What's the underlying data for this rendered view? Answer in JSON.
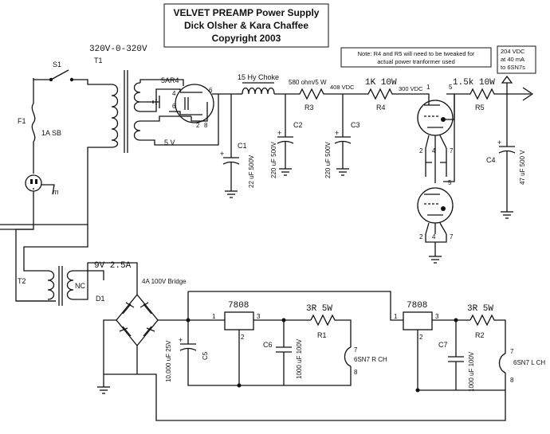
{
  "title": {
    "line1": "VELVET PREAMP Power Supply",
    "line2": "Dick Olsher & Kara Chaffee",
    "line3": "Copyright 2003"
  },
  "note": {
    "line1": "Note: R4 and R5 will need to be tweaked for",
    "line2": "actual power tranformer used"
  },
  "output_box": {
    "line1": "204 VDC",
    "line2": "at 40 mA",
    "line3": "to 6SN7s"
  },
  "labels": {
    "t1_voltage": "320V-0-320V",
    "t1": "T1",
    "s1": "S1",
    "f1": "F1",
    "fuse": "1A SB",
    "rect_tube": "5AR4",
    "pin4": "4",
    "pin6a": "6",
    "pin2": "2",
    "pin8": "8",
    "pin6b": "6",
    "heater": "5 V",
    "choke": "15 Hy Choke",
    "c1": "C1",
    "c1_val": "22 uF 500V",
    "c2": "C2",
    "c2_val": "220 uF 500V",
    "r3_val": "580 ohm/5 W",
    "r3": "R3",
    "v408": "408 VDC",
    "c3": "C3",
    "c3_val": "220 uF 500V",
    "r4_val": "1K 10W",
    "r4": "R4",
    "v300": "300 VDC",
    "r5_val": "1.5k 10W",
    "r5": "R5",
    "c4": "C4",
    "c4_val": "47 uF 500 V",
    "tube_p1": "1",
    "tube_p5": "5",
    "tube_p2a": "2",
    "tube_p4a": "4",
    "tube_p7a": "7",
    "tube_p5b": "5",
    "tube_p2b": "2",
    "tube_p4b": "4",
    "tube_p7b": "7",
    "t2": "T2",
    "nc": "NC",
    "t2_voltage": "9V 2.5A",
    "bridge": "4A 100V Bridge",
    "d1": "D1",
    "c5_val": "10,000 uF 25V",
    "c5": "C5",
    "reg1": "7808",
    "reg1_in": "1",
    "reg1_out": "3",
    "reg1_gnd": "2",
    "c6": "C6",
    "c6_val": "1000 uF 100V",
    "r1_val": "3R 5W",
    "r1": "R1",
    "r_ch_pin7": "7",
    "r_ch": "6SN7 R CH",
    "r_ch_pin8": "8",
    "reg2": "7808",
    "reg2_in": "1",
    "reg2_out": "3",
    "reg2_gnd": "2",
    "c7": "C7",
    "c7_val": "1000 uF 100V",
    "r2_val": "3R 5W",
    "r2": "R2",
    "l_ch_pin7": "7",
    "l_ch": "6SN7 L CH",
    "l_ch_pin8": "8",
    "plus": "+",
    "m": "m"
  }
}
